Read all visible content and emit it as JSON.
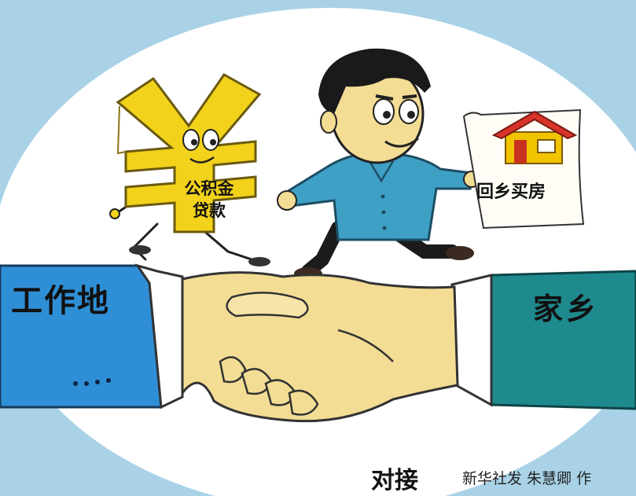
{
  "labels": {
    "workplace": "工作地",
    "hometown": "家乡",
    "fund_line1": "公积金",
    "fund_line2": "贷款",
    "sign": "回乡买房",
    "title": "对接",
    "credit": "新华社发 朱慧卿 作"
  },
  "colors": {
    "background_sky": "#a9d2e6",
    "oval": "#ffffff",
    "yuan_gold": "#f2d21a",
    "shirt": "#3fa0c6",
    "left_sleeve": "#2f8fd6",
    "right_sleeve": "#1f8a8e",
    "skin": "#f3dd94",
    "roof": "#d8342a",
    "house_wall": "#f2c400"
  },
  "icons": [
    "yuan-character",
    "house-icon",
    "handshake",
    "boy-character"
  ]
}
